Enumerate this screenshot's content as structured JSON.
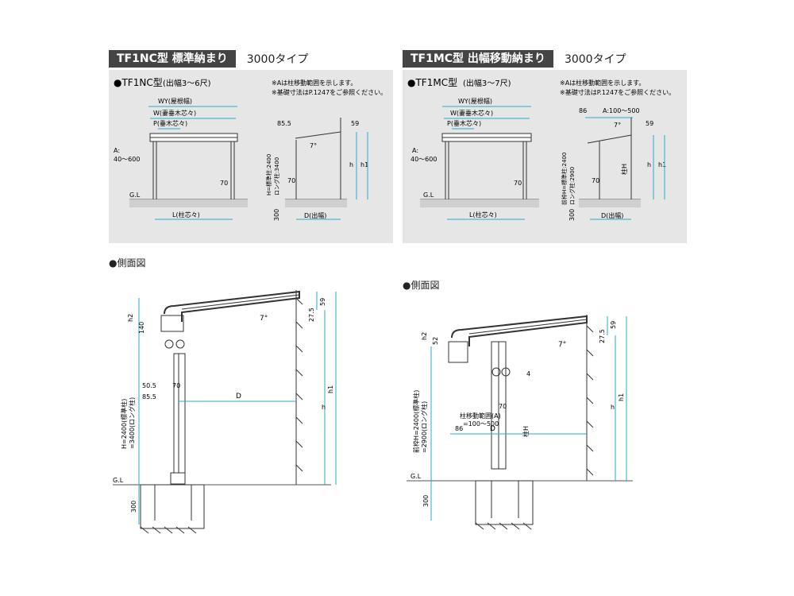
{
  "left": {
    "tag": "TF1NC型 標準納まり",
    "type": "3000タイプ",
    "front_title": "●TF1NC型",
    "front_range": "(出幅3〜6尺)",
    "notes": [
      "※Aは柱移動範囲を示します。",
      "※基礎寸法はP.1247をご参照ください。"
    ],
    "wy": "WY(屋根幅)",
    "w": "W(妻垂木芯々)",
    "p": "P(垂木芯々)",
    "a_label": "A:",
    "a_range": "40〜600",
    "gl": "G.L",
    "l": "L(柱芯々)",
    "d": "D(出幅)",
    "v70": "70",
    "v85": "85.5",
    "v59": "59",
    "v300": "300",
    "h_label": "H=標準柱:2400",
    "h_label2": "ロング柱:3400",
    "h": "h",
    "h1": "h1",
    "deg": "7°"
  },
  "right": {
    "tag": "TF1MC型 出幅移動納まり",
    "type": "3000タイプ",
    "front_title": "●TF1MC型",
    "front_range": "(出幅3〜7尺)",
    "notes": [
      "※Aは柱移動範囲を示します。",
      "※基礎寸法はP.1247をご参照ください。"
    ],
    "wy": "WY(屋根幅)",
    "w": "W(妻垂木芯々)",
    "p": "P(垂木芯々)",
    "a_label": "A:",
    "a_range": "40〜600",
    "gl": "G.L",
    "l": "L(柱芯々)",
    "d": "D(出幅)",
    "v70": "70",
    "v86": "86",
    "a_move": "A:100〜500",
    "v59": "59",
    "v300": "300",
    "h_label": "前枠H=標準柱:2400",
    "h_label2": "ロング柱:2900",
    "pillar_h": "柱H",
    "h": "h",
    "h1": "h1",
    "deg": "7°"
  },
  "side_left": {
    "title": "●側面図",
    "h2": "h2",
    "v140": "140",
    "v505": "50.5",
    "v855": "85.5",
    "v70": "70",
    "d": "D",
    "v59": "59",
    "v275": "27.5",
    "h": "h",
    "h1": "h1",
    "h_text": "H=2400(標準柱)",
    "h_text2": "=3400(ロング柱)",
    "gl": "G.L",
    "v300": "300",
    "deg": "7°"
  },
  "side_right": {
    "title": "●側面図",
    "h2": "h2",
    "v52": "52",
    "v4": "4",
    "v70": "70",
    "range_label": "柱移動範囲(A)",
    "range_value": "=100〜500",
    "v86": "86",
    "d": "D",
    "pillar_h": "柱H",
    "v59": "59",
    "v275": "27.5",
    "h": "h",
    "h1": "h1",
    "h_text": "前枠H=2400(標準柱)",
    "h_text2": "=2900(ロング柱)",
    "gl": "G.L",
    "v300": "300",
    "deg": "7°"
  }
}
